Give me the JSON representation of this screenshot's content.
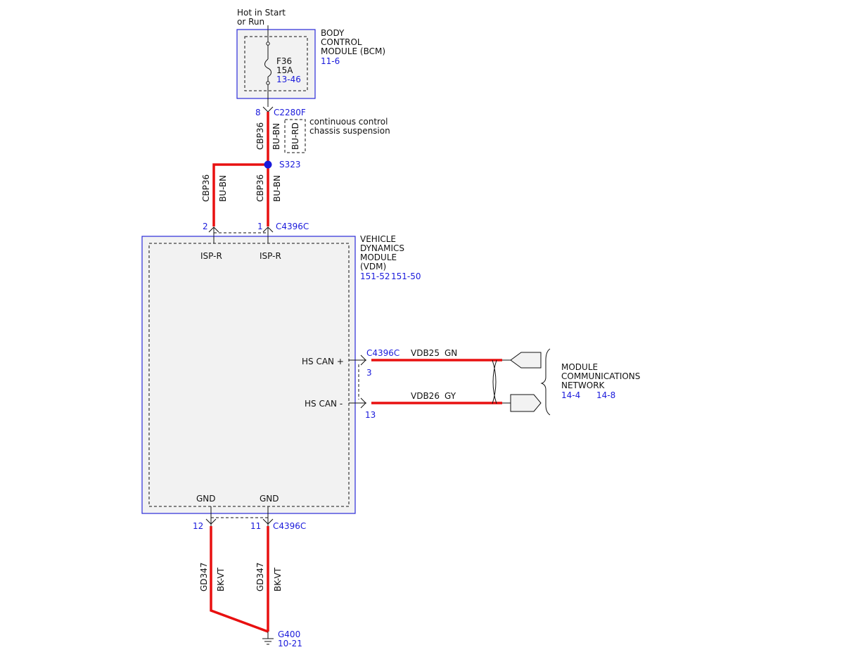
{
  "bcm": {
    "supply": [
      "Hot in Start",
      "or Run"
    ],
    "name": [
      "BODY",
      "CONTROL",
      "MODULE (BCM)"
    ],
    "ref": "11-6",
    "fuse_id": "F36",
    "fuse_rating": "15A",
    "fuse_ref": "13-46"
  },
  "bcm_connector": {
    "pin": "8",
    "id": "C2280F"
  },
  "wire_top": {
    "circuit": "CBP36",
    "color": "BU-BN",
    "alt_color": "BU-RD",
    "alt_note": [
      "continuous control",
      "chassis suspension"
    ]
  },
  "splice": {
    "id": "S323"
  },
  "wire_left": {
    "circuit": "CBP36",
    "color": "BU-BN"
  },
  "wire_right": {
    "circuit": "CBP36",
    "color": "BU-BN"
  },
  "vdm_top_connector": {
    "pin_left": "2",
    "pin_right": "1",
    "id": "C4396C",
    "label_left": "ISP-R",
    "label_right": "ISP-R"
  },
  "vdm": {
    "name": [
      "VEHICLE",
      "DYNAMICS",
      "MODULE",
      "(VDM)"
    ],
    "ref1": "151-52",
    "ref2": "151-50"
  },
  "can": {
    "connector": "C4396C",
    "plus_label": "HS CAN +",
    "plus_pin": "3",
    "plus_wire": "VDB25",
    "plus_color": "GN",
    "minus_label": "HS CAN -",
    "minus_pin": "13",
    "minus_wire": "VDB26",
    "minus_color": "GY"
  },
  "network": {
    "name": [
      "MODULE",
      "COMMUNICATIONS",
      "NETWORK"
    ],
    "ref1": "14-4",
    "ref2": "14-8"
  },
  "vdm_bottom_connector": {
    "label_left": "GND",
    "label_right": "GND",
    "pin_left": "12",
    "pin_right": "11",
    "id": "C4396C"
  },
  "ground_wires": {
    "left_circuit": "GD347",
    "left_color": "BK-VT",
    "right_circuit": "GD347",
    "right_color": "BK-VT"
  },
  "ground": {
    "id": "G400",
    "ref": "10-21"
  },
  "colors": {
    "wire": "#e81010",
    "reference": "#1a1adb",
    "module_fill": "#f2f2f2",
    "module_border": "#2a2ad8"
  }
}
